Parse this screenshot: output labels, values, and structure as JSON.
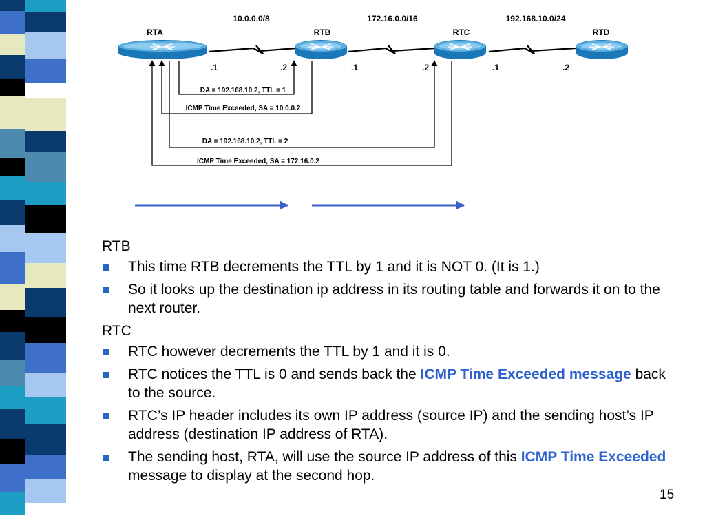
{
  "decor": {
    "colors": {
      "navy": "#0b3a6e",
      "blue": "#3e6fc9",
      "teal": "#1c9ec4",
      "sky": "#a6c8f0",
      "cream": "#e6e8c0",
      "black": "#000000",
      "slate": "#4d8ab0",
      "white": "#ffffff"
    }
  },
  "diagram": {
    "routers": [
      {
        "name": "RTA",
        "icon": "router-icon"
      },
      {
        "name": "RTB",
        "icon": "router-icon"
      },
      {
        "name": "RTC",
        "icon": "router-icon"
      },
      {
        "name": "RTD",
        "icon": "router-icon"
      }
    ],
    "networks": [
      "10.0.0.0/8",
      "172.16.0.0/16",
      "192.168.10.0/24"
    ],
    "interfaces": [
      ".1",
      ".2",
      ".1",
      ".2",
      ".1",
      ".2"
    ],
    "messages": [
      "DA = 192.168.10.2,   TTL = 1",
      "ICMP Time Exceeded, SA =  10.0.0.2",
      "DA = 192.168.10.2,   TTL = 2",
      "ICMP Time Exceeded, SA =  172.16.0.2"
    ]
  },
  "content": {
    "heading1": "RTB",
    "bullets1": [
      "This time RTB decrements the TTL by 1 and it is NOT 0.  (It is 1.)",
      "So it looks up the destination ip address in its routing table and forwards it on to the next router."
    ],
    "heading2": "RTC",
    "b3": "RTC however decrements the TTL by 1 and it is 0.",
    "b4": {
      "pre": "RTC notices the TTL is 0 and sends back the ",
      "hl": "ICMP Time Exceeded message",
      "post": " back to the source."
    },
    "b5": "RTC’s IP header includes its own IP address (source IP) and the sending host’s IP address (destination IP address of RTA).",
    "b6": {
      "pre": "The sending host, RTA, will use the source IP address of this ",
      "hl": "ICMP Time Exceeded",
      "post": " message to display at the second hop."
    }
  },
  "page_number": "15"
}
